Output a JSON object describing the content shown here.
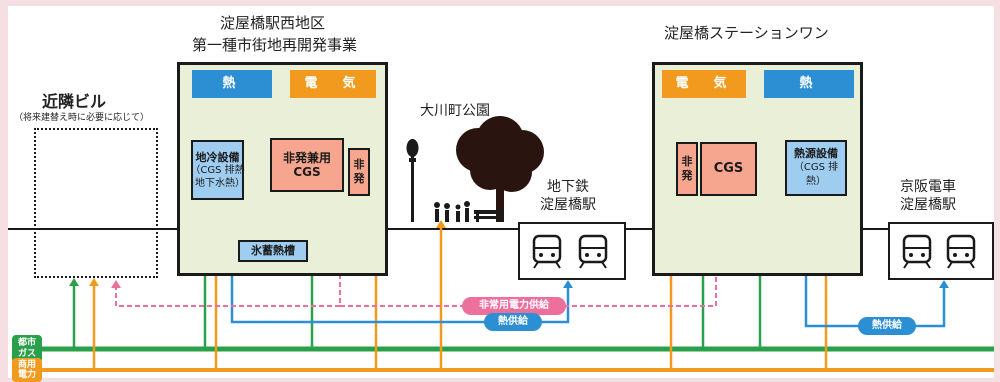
{
  "left_building": {
    "name": "近隣ビル",
    "note": "（将来建替え時に必要に応じて）"
  },
  "west_project": {
    "title_line1": "淀屋橋駅西地区",
    "title_line2": "第一種市街地再開発事業",
    "heat_header": "熱",
    "electricity_header": "電　気",
    "dhc_unit": "地冷設備",
    "dhc_unit_sub": "（CGS 排熱\n･地下水熱）",
    "cgs_unit": "非発兼用\nCGS",
    "emergency_unit": "非\n発",
    "storage_tank": "氷蓄熱槽"
  },
  "park": {
    "name": "大川町公園"
  },
  "subway_station": {
    "name": "地下鉄\n淀屋橋駅"
  },
  "east_project": {
    "title": "淀屋橋ステーションワン",
    "electricity_header": "電　気",
    "heat_header": "熱",
    "emergency_unit": "非\n発",
    "cgs_unit": "CGS",
    "heat_source_unit": "熱源設備",
    "heat_source_sub": "（CGS 排熱）"
  },
  "keihan_station": {
    "name": "京阪電車\n淀屋橋駅"
  },
  "flows": {
    "emergency_power": "非常用電力供給",
    "heat_supply_west": "熱供給",
    "heat_supply_east": "熱供給"
  },
  "pipes": {
    "city_gas": "都市\nガス",
    "commercial_power": "商用\n電力"
  },
  "colors": {
    "heat": "#2c8fd4",
    "electricity": "#f29a1e",
    "gas": "#2aa04a",
    "emergency": "#ec6f9c",
    "cgs": "#f6a58e",
    "building_fill": "#eaf0d8"
  }
}
